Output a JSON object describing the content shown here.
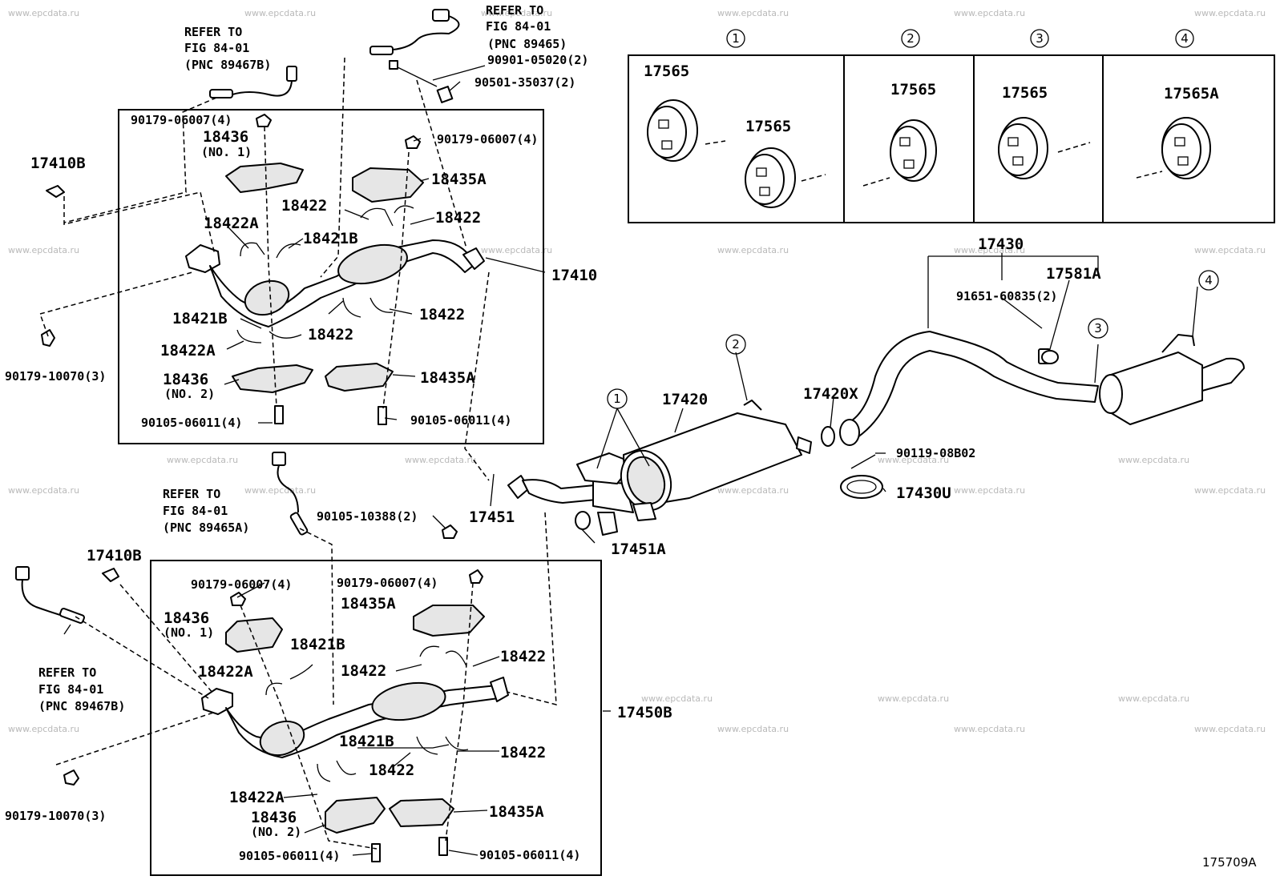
{
  "watermark": "www.epcdata.ru",
  "figure_code": "175709A",
  "colors": {
    "line": "#000000",
    "watermark": "#b9b9b9",
    "shade": "#e6e6e6"
  },
  "labels": {
    "refer_to_1": "REFER TO",
    "refer_fig_1": "FIG 84-01",
    "refer_pnc_1": "(PNC 89467B)",
    "refer_to_2": "REFER TO",
    "refer_fig_2": "FIG 84-01",
    "refer_pnc_2": "(PNC 89465)",
    "refer_to_3": "REFER TO",
    "refer_fig_3": "FIG 84-01",
    "refer_pnc_3": "(PNC 89465A)",
    "refer_to_4": "REFER TO",
    "refer_fig_4": "FIG 84-01",
    "refer_pnc_4": "(PNC 89467B)",
    "p_90901": "90901-05020(2)",
    "p_90501": "90501-35037(2)",
    "p_90179_a": "90179-06007(4)",
    "p_90179_b": "90179-06007(4)",
    "p_18436_a": "18436",
    "p_no1_a": "(NO. 1)",
    "p_17410b_a": "17410B",
    "p_18435a_a": "18435A",
    "p_18422_a": "18422",
    "p_18422_b": "18422",
    "p_18422a_a": "18422A",
    "p_18421b_a": "18421B",
    "p_17410": "17410",
    "p_18421b_b": "18421B",
    "p_18422_c": "18422",
    "p_18422_d": "18422",
    "p_18422a_b": "18422A",
    "p_90179_10070_a": "90179-10070(3)",
    "p_18436_b": "18436",
    "p_no2_a": "(NO. 2)",
    "p_18435a_b": "18435A",
    "p_90105_a": "90105-06011(4)",
    "p_90105_b": "90105-06011(4)",
    "p_90105_10388": "90105-10388(2)",
    "p_17451": "17451",
    "p_17451a": "17451A",
    "p_17420": "17420",
    "p_17420x": "17420X",
    "p_90119": "90119-08B02",
    "p_17430u": "17430U",
    "p_17430": "17430",
    "p_91651": "91651-60835(2)",
    "p_17581a": "17581A",
    "p_17410b_b": "17410B",
    "p_90179_c": "90179-06007(4)",
    "p_90179_d": "90179-06007(4)",
    "p_18436_c": "18436",
    "p_no1_b": "(NO. 1)",
    "p_18435a_c": "18435A",
    "p_18421b_c": "18421B",
    "p_18422a_c": "18422A",
    "p_18422_e": "18422",
    "p_18422_f": "18422",
    "p_17450b": "17450B",
    "p_18421b_d": "18421B",
    "p_18422_g": "18422",
    "p_18422_h": "18422",
    "p_18422a_d": "18422A",
    "p_90179_10070_b": "90179-10070(3)",
    "p_18436_d": "18436",
    "p_no2_b": "(NO. 2)",
    "p_18435a_d": "18435A",
    "p_90105_c": "90105-06011(4)",
    "p_90105_d": "90105-06011(4)"
  },
  "hanger_table": {
    "headers": [
      "1",
      "2",
      "3",
      "4"
    ],
    "cells": [
      "17565",
      "17565",
      "17565",
      "17565",
      "17565A"
    ]
  },
  "callouts": [
    "1",
    "2",
    "3",
    "4"
  ]
}
